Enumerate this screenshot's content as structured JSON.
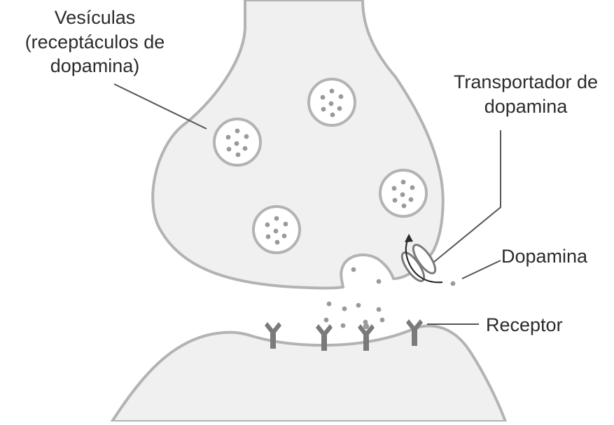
{
  "labels": {
    "vesiculas": [
      "Vesículas",
      "(receptáculos de",
      "dopamina)"
    ],
    "transportador": [
      "Transportador de",
      "dopamina"
    ],
    "dopamina": "Dopamina",
    "receptor": "Receptor"
  },
  "colors": {
    "cell_fill": "#f0f0f0",
    "outline": "#b3b3b3",
    "molecule": "#9a9a9a",
    "receptor": "#7a7a7a",
    "leader_line": "#555555",
    "text": "#2b2b2b"
  }
}
